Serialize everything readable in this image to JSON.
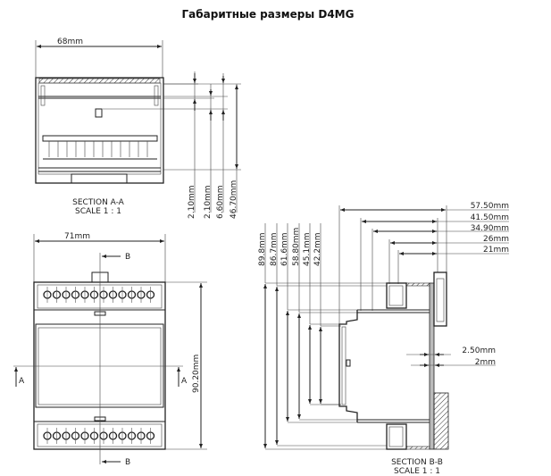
{
  "title": "Габаритные размеры D4MG",
  "section_a": {
    "width_dim": "68mm",
    "dims": [
      "2.10mm",
      "2.10mm",
      "6.60mm",
      "46.70mm"
    ],
    "caption": "SECTION A-A",
    "scale": "SCALE 1 : 1"
  },
  "front_view": {
    "width_dim": "71mm",
    "height_dim": "90.20mm",
    "section_marker_b": "B",
    "section_marker_a": "A",
    "terminal_count_per_row": 12
  },
  "section_b": {
    "horizontal_dims": [
      "57.50mm",
      "41.50mm",
      "34.90mm",
      "26mm",
      "21mm"
    ],
    "vertical_dims": [
      "89.8mm",
      "86.7mm",
      "61.6mm",
      "58.80mm",
      "45.1mm",
      "42.2mm"
    ],
    "wall_dims": [
      "2.50mm",
      "2mm"
    ],
    "caption": "SECTION B-B",
    "scale": "SCALE 1 : 1"
  }
}
